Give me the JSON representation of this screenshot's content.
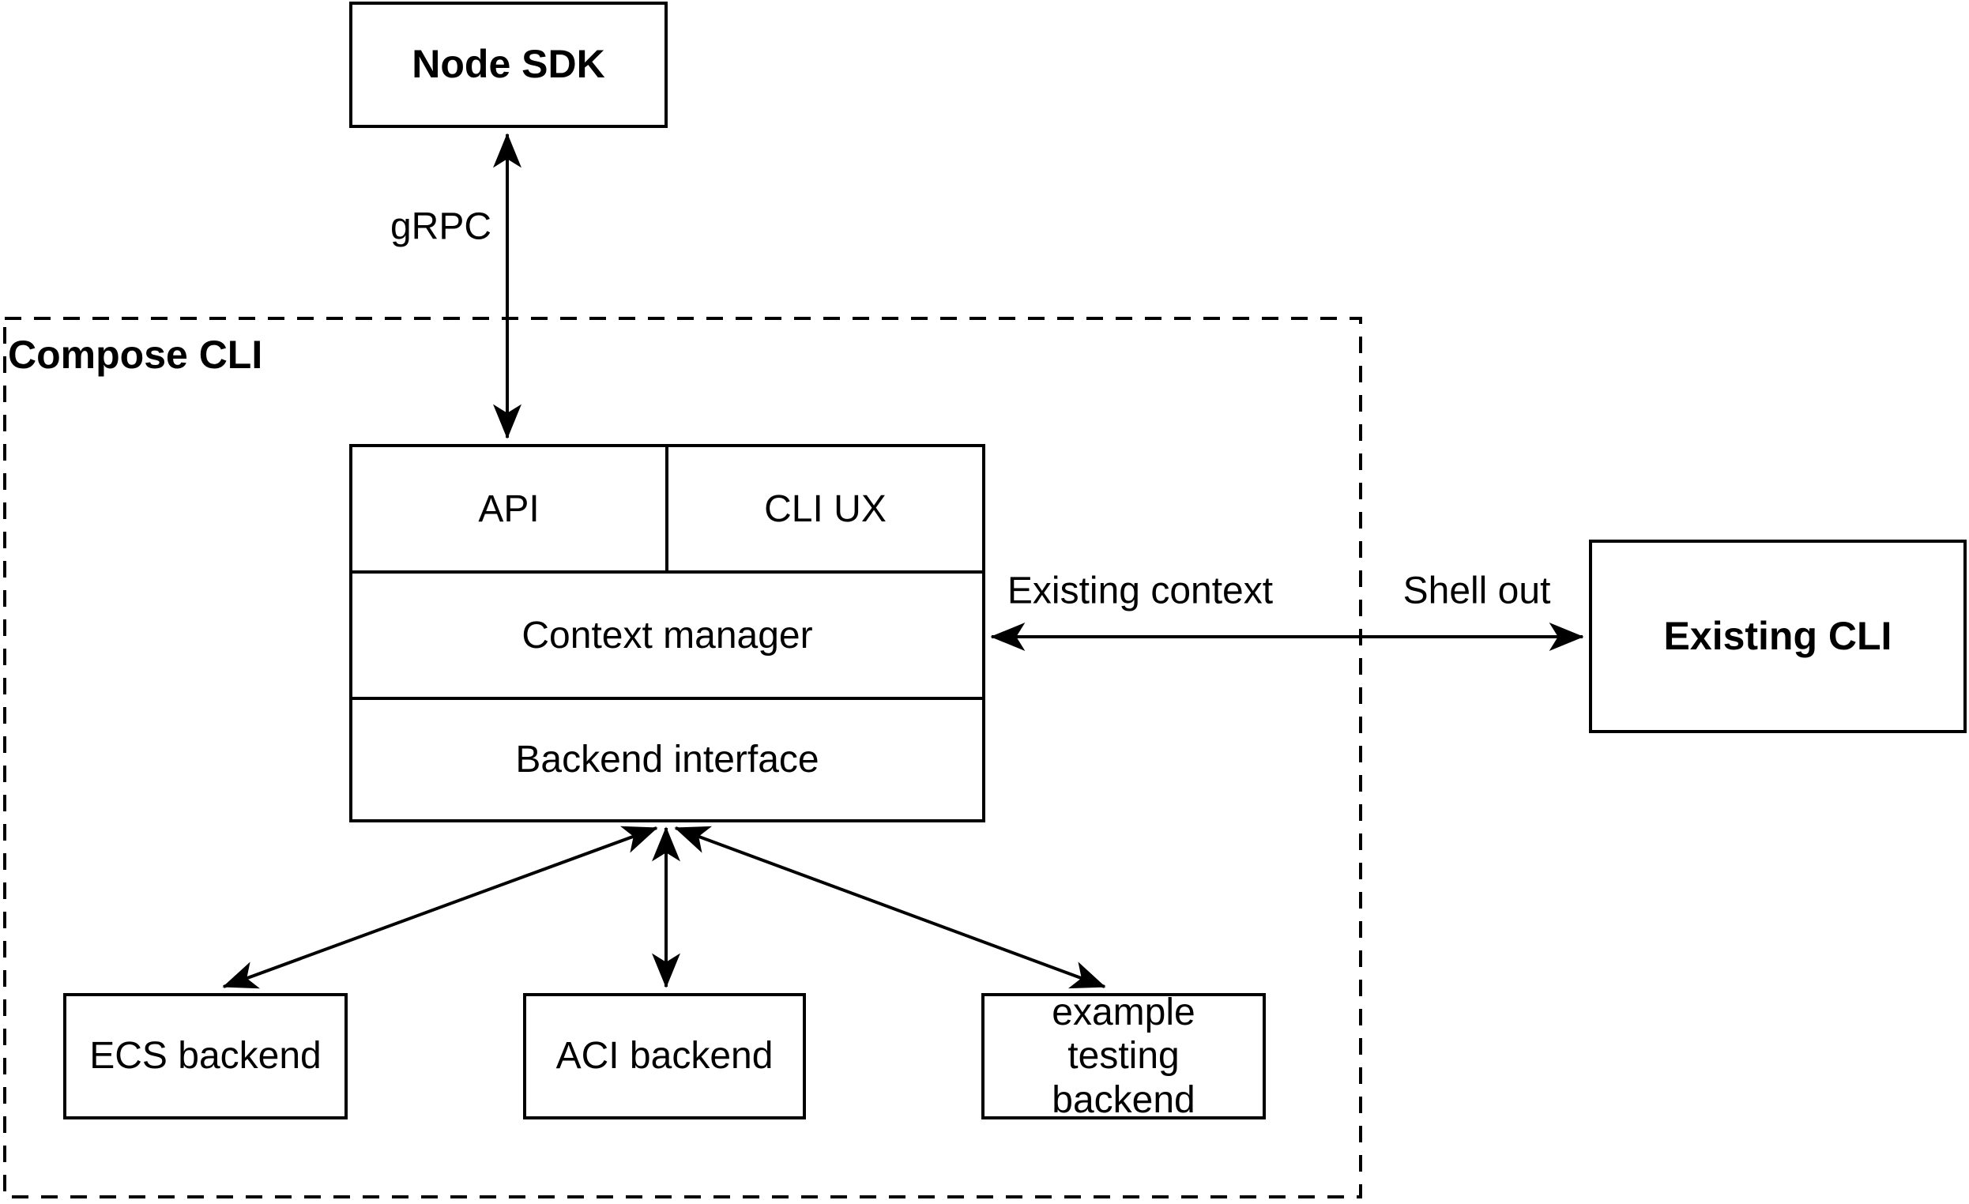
{
  "diagram": {
    "container": {
      "label": "Compose CLI"
    },
    "nodes": {
      "node_sdk": {
        "label": "Node SDK"
      },
      "api": {
        "label": "API"
      },
      "cli_ux": {
        "label": "CLI UX"
      },
      "context_manager": {
        "label": "Context manager"
      },
      "backend_interface": {
        "label": "Backend interface"
      },
      "existing_cli": {
        "label": "Existing CLI"
      },
      "ecs_backend": {
        "label": "ECS backend"
      },
      "aci_backend": {
        "label": "ACI backend"
      },
      "example_testing_backend": {
        "label": "example testing backend"
      }
    },
    "edges": {
      "grpc": {
        "label": "gRPC"
      },
      "existing_context": {
        "label": "Existing context"
      },
      "shell_out": {
        "label": "Shell out"
      }
    },
    "colors": {
      "stroke": "#000000",
      "background": "#ffffff"
    }
  }
}
